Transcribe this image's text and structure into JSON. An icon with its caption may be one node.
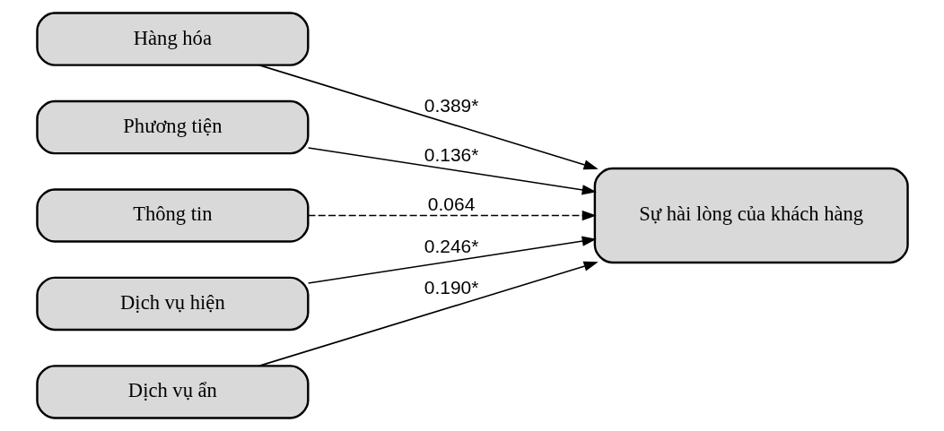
{
  "diagram": {
    "nodes": [
      {
        "text": [
          "Hàng hóa"
        ]
      },
      {
        "text": [
          "Phương tiện"
        ]
      },
      {
        "text": [
          "Thông tin"
        ]
      },
      {
        "text": [
          "Dịch vụ hiện"
        ]
      },
      {
        "text": [
          "Dịch vụ ẩn"
        ]
      },
      {
        "text": [
          "Sự hài lòng của khách hàng"
        ]
      }
    ],
    "edges": [
      {
        "from": 0,
        "to": 5,
        "arrow": "to",
        "label": "0.389*"
      },
      {
        "from": 1,
        "to": 5,
        "arrow": "to",
        "label": "0.136*"
      },
      {
        "from": 2,
        "to": 5,
        "arrow": "to",
        "label": "0.064",
        "style": "dashed"
      },
      {
        "from": 3,
        "to": 5,
        "arrow": "to",
        "label": "0.246*"
      },
      {
        "from": 4,
        "to": 5,
        "arrow": "to",
        "label": "0.190*"
      }
    ]
  }
}
